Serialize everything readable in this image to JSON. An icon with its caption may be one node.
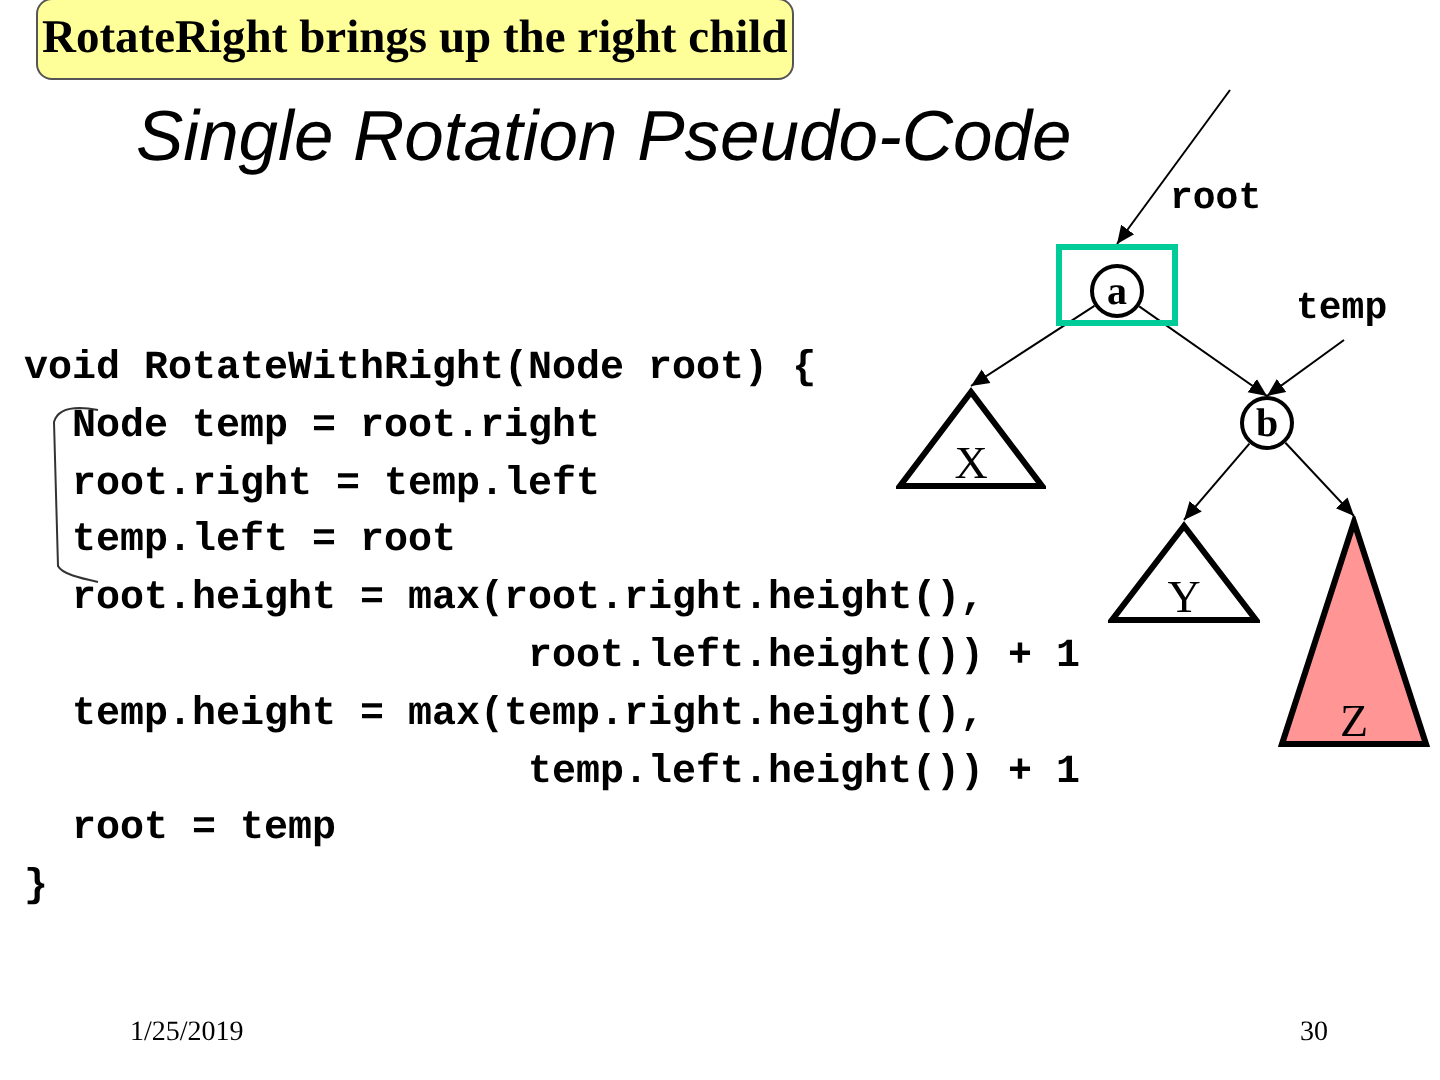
{
  "diagram": {
    "title": "Single Rotation Pseudo-Code",
    "nodes": [
      {
        "text": [
          "RotateRight brings up the right child"
        ]
      },
      {
        "text": [],
        "shape": "box"
      },
      {
        "text": [
          "a"
        ],
        "in": 1
      },
      {
        "text": [
          "X"
        ]
      },
      {
        "text": [
          "b"
        ]
      },
      {
        "text": [
          "Y"
        ]
      },
      {
        "text": [
          "Z"
        ]
      }
    ],
    "edges": [
      {
        "from": null,
        "to": 1,
        "arrow": "to",
        "label": "root"
      },
      {
        "from": 2,
        "to": 3,
        "arrow": "to"
      },
      {
        "from": 2,
        "to": 4,
        "arrow": "to"
      },
      {
        "from": null,
        "to": 4,
        "arrow": "to",
        "label": "temp"
      },
      {
        "from": 4,
        "to": 5,
        "arrow": "to"
      },
      {
        "from": 4,
        "to": 6,
        "arrow": "to"
      }
    ],
    "labels": [
      "void RotateWithRight(Node root) {",
      "Node temp = root.right",
      "root.right = temp.left",
      "temp.left = root",
      "root.height = max(root.right.height(),",
      "root.left.height()) + 1",
      "temp.height = max(temp.right.height(),",
      "temp.left.height()) + 1",
      "root = temp",
      "}",
      "1/25/2019",
      "30"
    ]
  }
}
